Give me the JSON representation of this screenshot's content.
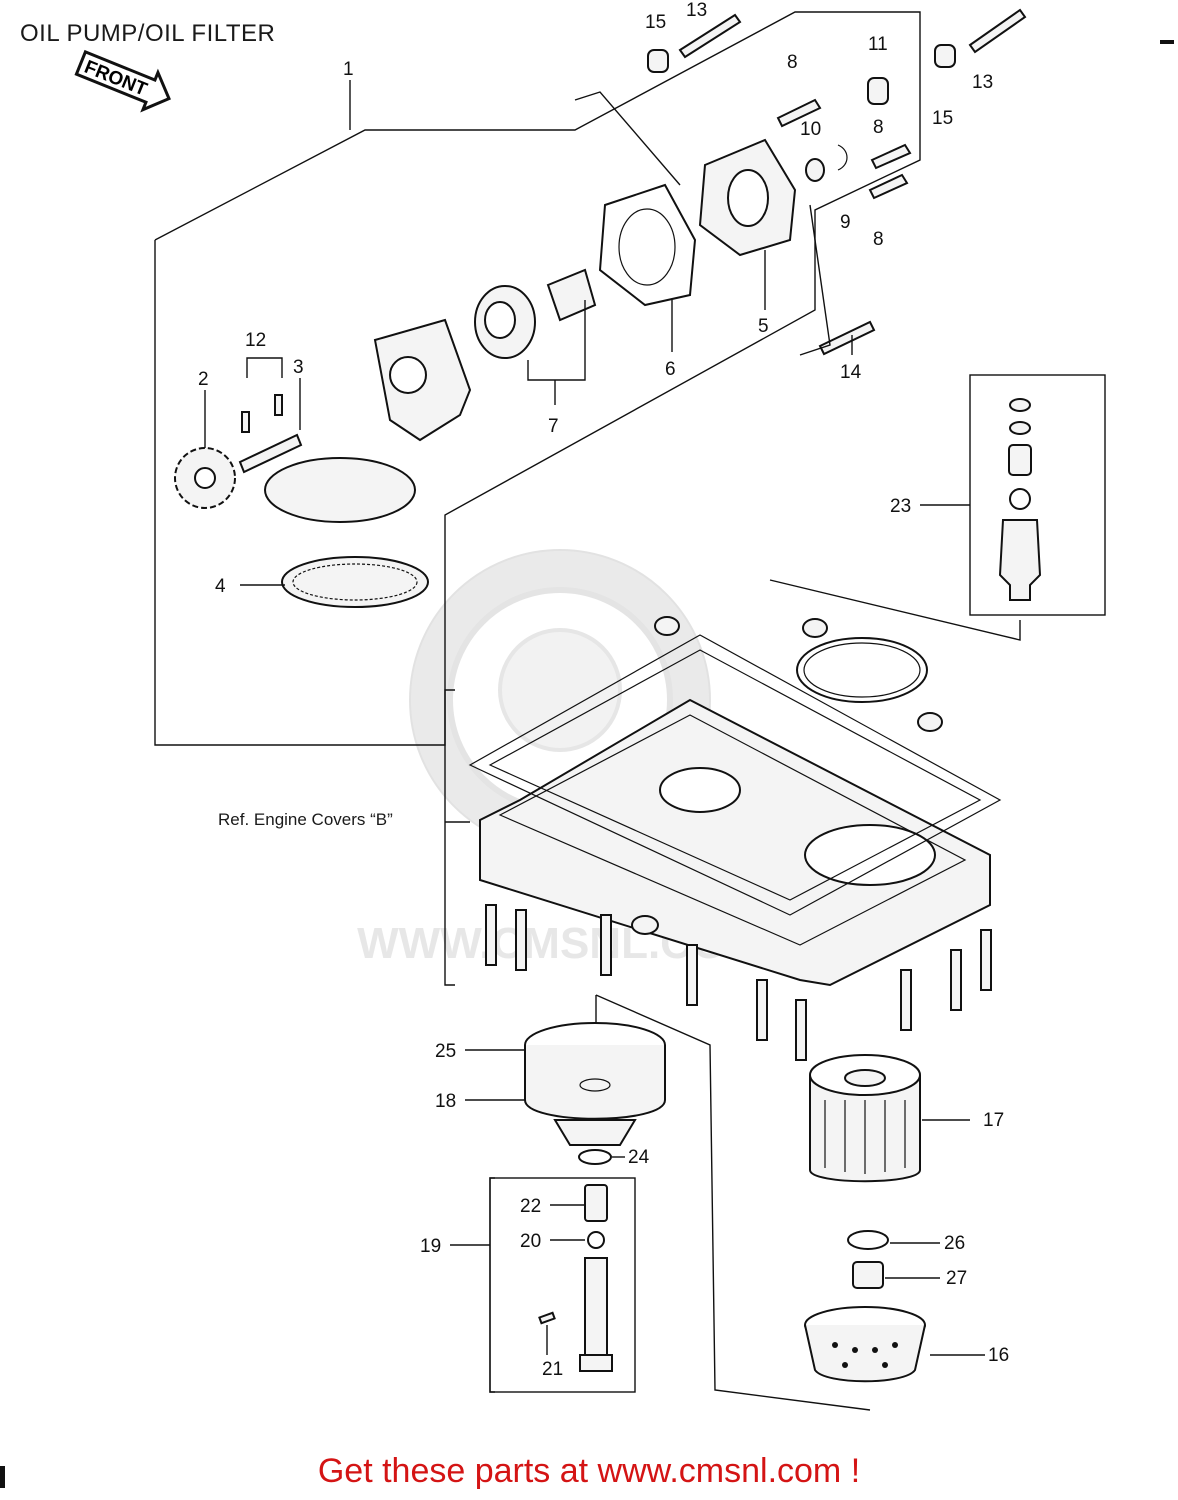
{
  "title": "OIL PUMP/OIL FILTER",
  "front_label": "FRONT",
  "ref_note": "Ref.  Engine Covers “B”",
  "footer": "Get these parts at www.cmsnl.com !",
  "watermark_text": "WWW.CMSNL.COM",
  "callouts": [
    "1",
    "2",
    "3",
    "4",
    "5",
    "6",
    "7",
    "8",
    "8",
    "8",
    "9",
    "10",
    "11",
    "12",
    "13",
    "13",
    "14",
    "15",
    "15",
    "16",
    "17",
    "18",
    "19",
    "20",
    "21",
    "22",
    "23",
    "24",
    "25",
    "26",
    "27"
  ],
  "colors": {
    "footer": "#d41414",
    "line": "#111111"
  }
}
